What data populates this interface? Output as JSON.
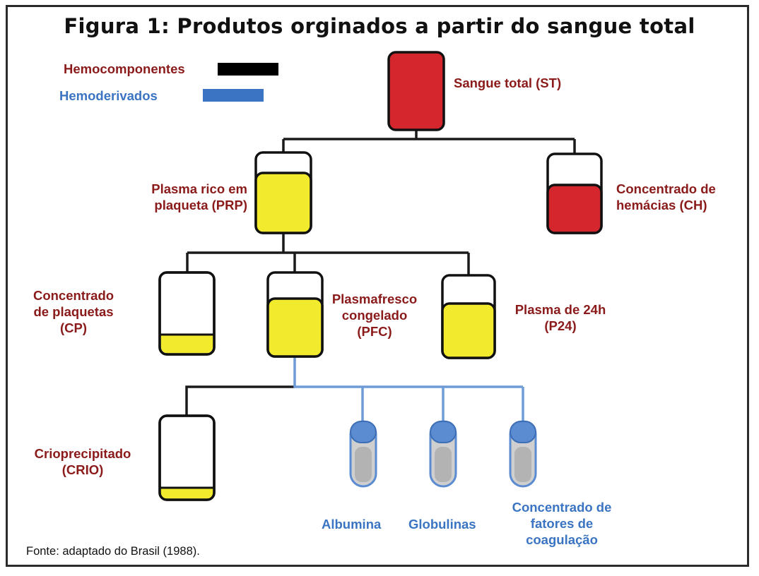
{
  "title": "Figura 1: Produtos orginados a partir do sangue total",
  "legend": {
    "items": [
      {
        "label": "Hemocomponentes",
        "color": "#000000"
      },
      {
        "label": "Hemoderivados",
        "color": "#3a74c2"
      }
    ]
  },
  "colors": {
    "blood_red": "#d5262e",
    "plasma_yellow": "#f2ea2c",
    "hemocomponent_text": "#8b1a1a",
    "hemoderivative_text": "#3a74c2",
    "vial_blue": "#5b8bd0",
    "vial_gray": "#bdbdbd"
  },
  "nodes": {
    "st": "Sangue total (ST)",
    "prp": "Plasma rico em\nplaqueta (PRP)",
    "ch": "Concentrado de\nhemácias (CH)",
    "cp": "Concentrado\nde plaquetas\n(CP)",
    "pfc": "Plasmafresco\ncongelado\n(PFC)",
    "p24": "Plasma de 24h\n(P24)",
    "crio": "Crioprecipitado\n(CRIO)",
    "albumina": "Albumina",
    "globulinas": "Globulinas",
    "fatores": "Concentrado de\nfatores de\ncoagulação"
  },
  "source": "Fonte: adaptado do Brasil (1988)."
}
